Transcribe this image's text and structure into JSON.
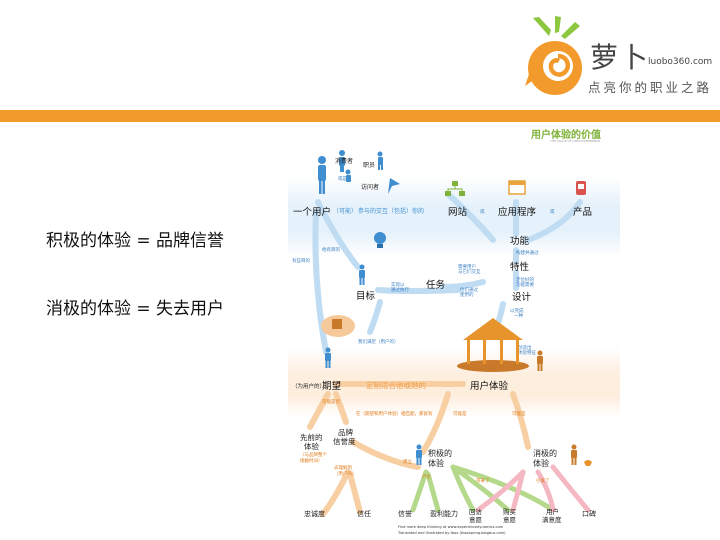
{
  "logo": {
    "brand_cn": "萝卜",
    "domain": "luobo360.com",
    "tagline": "点亮你的职业之路",
    "colors": {
      "orange": "#f39a2c",
      "green": "#8dc63f"
    }
  },
  "slide": {
    "line1": "积极的体验 = 品牌信誉",
    "line2": "消极的体验 = 失去用户"
  },
  "infographic": {
    "title": "用户体验的价值",
    "subtitle": "THE VALUE OF USER EXPERIENCE",
    "user_row": {
      "user": "一个用户",
      "maybe": "（可能）",
      "participate": "参与的交互（包括）你的",
      "website": "网站",
      "app": "应用程序",
      "product": "产品",
      "or1": "或",
      "or2": "或"
    },
    "people": {
      "consumer": "消费者",
      "staff": "职员",
      "visitor": "访问者",
      "or": "或是"
    },
    "middle": {
      "function": "功能",
      "feature": "特性",
      "design": "设计",
      "task": "任务",
      "goal": "目标",
      "n_func": "构建并通过",
      "n_feat1": "需要用户",
      "n_feat2": "与它们交互",
      "n_design1": "定位好的",
      "n_design2": "功能需要",
      "n_task1": "他们通过",
      "n_task2": "使用的",
      "n_goal1": "实现以",
      "n_goal2": "通过执行",
      "n_left1": "他有目的",
      "n_left2": "有些目的",
      "n_via1": "以完成",
      "n_via2": "一种",
      "n_fit1": "创造出",
      "n_fit2": "体验特征",
      "n_reach1": "我们满足（用户的）"
    },
    "lower": {
      "expectation_prefix": "（为用户的）",
      "expectation": "期望",
      "custom": "定制适合他或她的",
      "ux": "用户体验",
      "n_mid": "在（期望和用户体验）相匹配，那就有",
      "n_left": "可能是否",
      "n_right": "可能是",
      "prior1": "先前的",
      "prior2": "体验",
      "prior_note1": "（与品牌整个",
      "prior_note2": "接触时间）",
      "brand1": "品牌",
      "brand2": "信誉度",
      "brand_note1": "去理解到",
      "brand_note2": "（用户的）",
      "positive1": "积极的",
      "positive2": "体验",
      "negative1": "消极的",
      "negative2": "体验",
      "n_pos_left": "建立",
      "n_pos_mid": "产生",
      "n_pos_right": "带来了",
      "n_neg": "引发了"
    },
    "outcomes": {
      "loyalty": "忠诚度",
      "trust": "信任",
      "credibility": "信誉",
      "profit": "盈利能力",
      "revisit1": "回访",
      "revisit2": "意愿",
      "buy1": "购买",
      "buy2": "意愿",
      "satisfy1": "用户",
      "satisfy2": "满意度",
      "wom": "口碑"
    },
    "footer": {
      "line1": "Find more deep thinking at www.experiencedynamics.com",
      "line2": "Translated and illustrated by tbox (tboxspring.blogbus.com)"
    }
  }
}
